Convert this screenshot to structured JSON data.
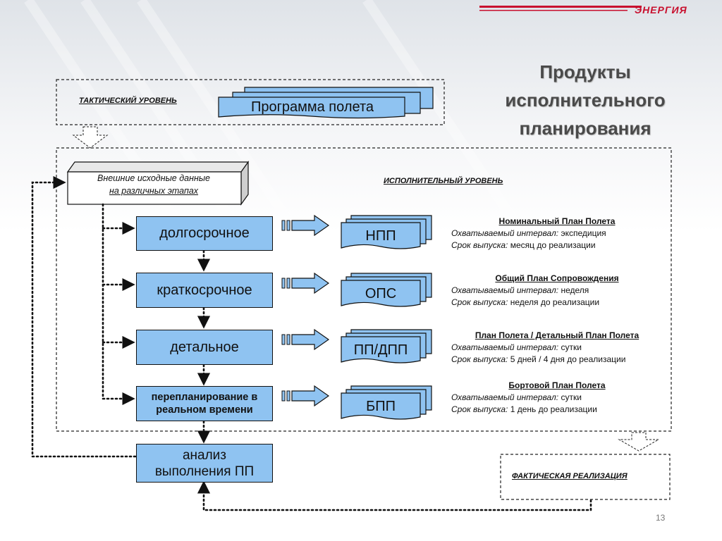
{
  "logo": "ЭНЕРГИЯ",
  "title": {
    "lines": [
      "Продукты",
      "исполнительного",
      "планирования"
    ]
  },
  "tactical": {
    "label": "ТАКТИЧЕСКИЙ УРОВЕНЬ",
    "program": "Программа полета"
  },
  "executive": {
    "label": "ИСПОЛНИТЕЛЬНЫЙ УРОВЕНЬ"
  },
  "input": {
    "line1": "Внешние исходные данные",
    "line2": "на различных этапах"
  },
  "stages": [
    {
      "label": "долгосрочное",
      "doc": "НПП"
    },
    {
      "label": "краткосрочное",
      "doc": "ОПС"
    },
    {
      "label": "детальное",
      "doc": "ПП/ДПП"
    },
    {
      "label_line1": "перепланирование в",
      "label_line2": "реальном времени",
      "doc": "БПП"
    }
  ],
  "descriptions": [
    {
      "title": "Номинальный План Полета",
      "interval_label": "Охватываемый интервал:",
      "interval": "экспедиция",
      "release_label": "Срок выпуска:",
      "release": "месяц до реализации"
    },
    {
      "title": "Общий План Сопровождения",
      "interval_label": "Охватываемый интервал:",
      "interval": "неделя",
      "release_label": "Срок выпуска:",
      "release": "неделя до реализации"
    },
    {
      "title": "План Полета / Детальный План Полета",
      "interval_label": "Охватываемый интервал:",
      "interval": "сутки",
      "release_label": "Срок выпуска:",
      "release": "5 дней / 4 дня до реализации"
    },
    {
      "title": "Бортовой План Полета",
      "interval_label": "Охватываемый интервал:",
      "interval": "сутки",
      "release_label": "Срок выпуска:",
      "release": "1 день до реализации"
    }
  ],
  "analysis": {
    "line1": "анализ",
    "line2": "выполнения ПП"
  },
  "actual": {
    "label": "ФАКТИЧЕСКАЯ РЕАЛИЗАЦИЯ"
  },
  "page_number": "13",
  "colors": {
    "box_fill": "#8fc3f1",
    "doc_fill": "#8fc3f1",
    "arrow_fill": "#8fc3f1",
    "brand": "#c8102e"
  }
}
